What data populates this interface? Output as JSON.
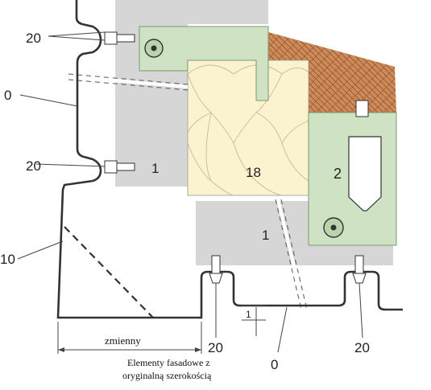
{
  "colors": {
    "panel_grey": "#d6d6d6",
    "bracket_green": "#cfe3c4",
    "insulation": "#fbf3cf",
    "brick": "#d08a57",
    "line": "#333333"
  },
  "labels": {
    "callout_20_top": "20",
    "callout_0_left": "0",
    "callout_20_mid": "20",
    "callout_10": "10",
    "panel_1_left": "1",
    "insulation_18": "18",
    "bracket_2": "2",
    "panel_1_bottom": "1",
    "dim_1": "1",
    "callout_20_bottom_left": "20",
    "callout_0_bottom": "0",
    "callout_20_bottom_right": "20",
    "dimension_text": "zmienny",
    "caption_line1": "Elementy fasadowe z",
    "caption_line2": "oryginalną szerokością"
  }
}
